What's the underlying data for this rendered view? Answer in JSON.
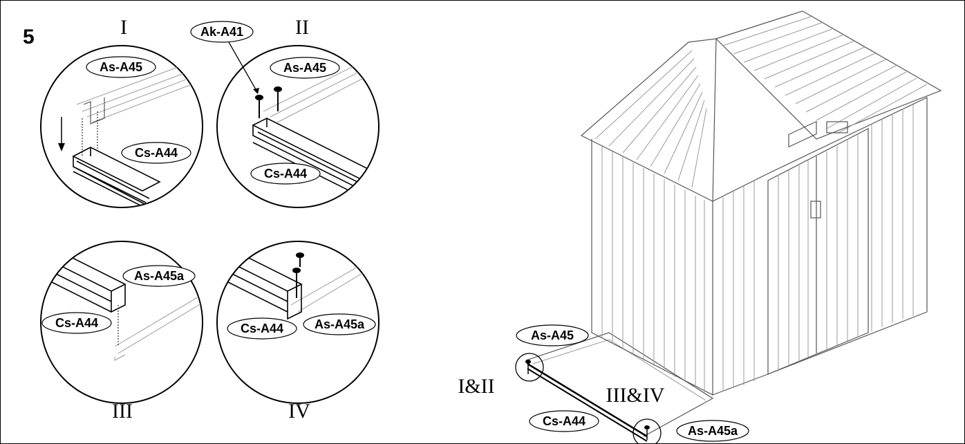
{
  "step_number": "5",
  "details": {
    "I": {
      "roman": "I",
      "labels": {
        "top": "As-A45",
        "bottom": "Cs-A44"
      }
    },
    "II": {
      "roman": "II",
      "labels": {
        "screw": "Ak-A41",
        "top": "As-A45",
        "bottom": "Cs-A44"
      }
    },
    "III": {
      "roman": "III",
      "labels": {
        "right": "As-A45a",
        "left": "Cs-A44"
      }
    },
    "IV": {
      "roman": "IV",
      "labels": {
        "left": "Cs-A44",
        "right": "As-A45a"
      }
    }
  },
  "overview": {
    "label_top": "As-A45",
    "label_bottom": "Cs-A44",
    "label_right": "As-A45a",
    "callout_left": "I&II",
    "callout_right": "III&IV"
  }
}
